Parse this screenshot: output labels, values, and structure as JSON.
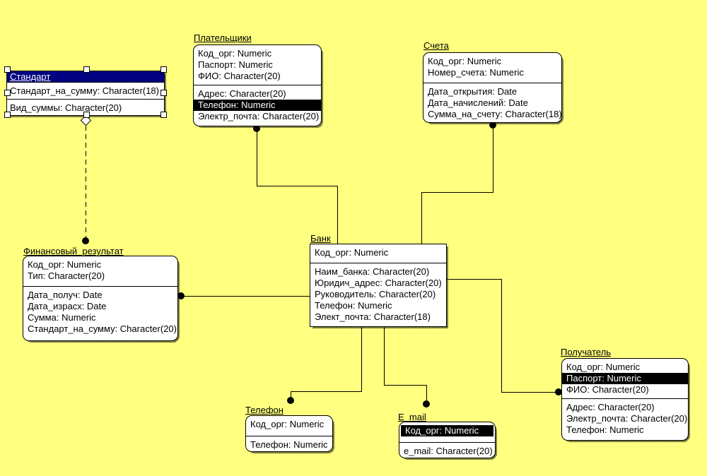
{
  "colors": {
    "canvas_bg": "#FFFF80",
    "selection_bar": "#000080",
    "box_bg": "#FFFFFF",
    "highlight_bg": "#000000",
    "highlight_text": "#FFFFFF",
    "line": "#000000"
  },
  "entities": {
    "standart": {
      "title": "Стандарт",
      "selected": true,
      "key_attrs": [
        "Стандарт_на_сумму: Character(18)"
      ],
      "attrs": [
        "Вид_суммы: Character(20)"
      ]
    },
    "platelshchiki": {
      "title": "Плательщики",
      "key_attrs": [
        "Код_орг: Numeric",
        "Паспорт: Numeric",
        "ФИО: Character(20)"
      ],
      "attrs": [
        "Адрес: Character(20)",
        "Телефон: Numeric",
        "Электр_почта: Character(20)"
      ],
      "highlighted_attr": "Телефон: Numeric"
    },
    "scheta": {
      "title": "Счета",
      "key_attrs": [
        "Код_орг: Numeric",
        "Номер_счета: Numeric"
      ],
      "attrs": [
        "Дата_открытия: Date",
        "Дата_начислений: Date",
        "Сумма_на_счету: Character(18)"
      ]
    },
    "bank": {
      "title": "Банк",
      "key_attrs": [
        "Код_орг: Numeric"
      ],
      "attrs": [
        "Наим_банка: Character(20)",
        "Юридич_адрес: Character(20)",
        "Руководитель: Character(20)",
        "Телефон: Numeric",
        "Элект_почта: Character(18)"
      ]
    },
    "fin_rezultat": {
      "title": "Финансовый_результат",
      "key_attrs": [
        "Код_орг: Numeric",
        "Тип: Character(20)"
      ],
      "attrs": [
        "Дата_получ: Date",
        "Дата_израсх: Date",
        "Сумма: Numeric",
        "Стандарт_на_сумму: Character(20)"
      ]
    },
    "telefon": {
      "title": "Телефон",
      "key_attrs": [
        "Код_орг: Numeric"
      ],
      "attrs": [
        "Телефон: Numeric"
      ]
    },
    "e_mail": {
      "title": "E_mail",
      "key_attrs": [
        "Код_орг: Numeric"
      ],
      "attrs": [
        "e_mail: Character(20)"
      ],
      "highlighted_attr": "Код_орг: Numeric"
    },
    "poluchatel": {
      "title": "Получатель",
      "key_attrs": [
        "Код_орг: Numeric",
        "Паспорт: Numeric",
        "ФИО: Character(20)"
      ],
      "attrs": [
        "Адрес: Character(20)",
        "Электр_почта: Character(20)",
        "Телефон: Numeric"
      ],
      "highlighted_attr": "Паспорт: Numeric"
    }
  },
  "relationships": [
    {
      "from": "Стандарт",
      "to": "Финансовый_результат",
      "style": "dashed"
    },
    {
      "from": "Плательщики",
      "to": "Банк",
      "style": "solid"
    },
    {
      "from": "Счета",
      "to": "Банк",
      "style": "solid"
    },
    {
      "from": "Финансовый_результат",
      "to": "Банк",
      "style": "solid"
    },
    {
      "from": "Банк",
      "to": "Телефон",
      "style": "solid"
    },
    {
      "from": "Банк",
      "to": "E_mail",
      "style": "solid"
    },
    {
      "from": "Банк",
      "to": "Получатель",
      "style": "solid"
    }
  ]
}
